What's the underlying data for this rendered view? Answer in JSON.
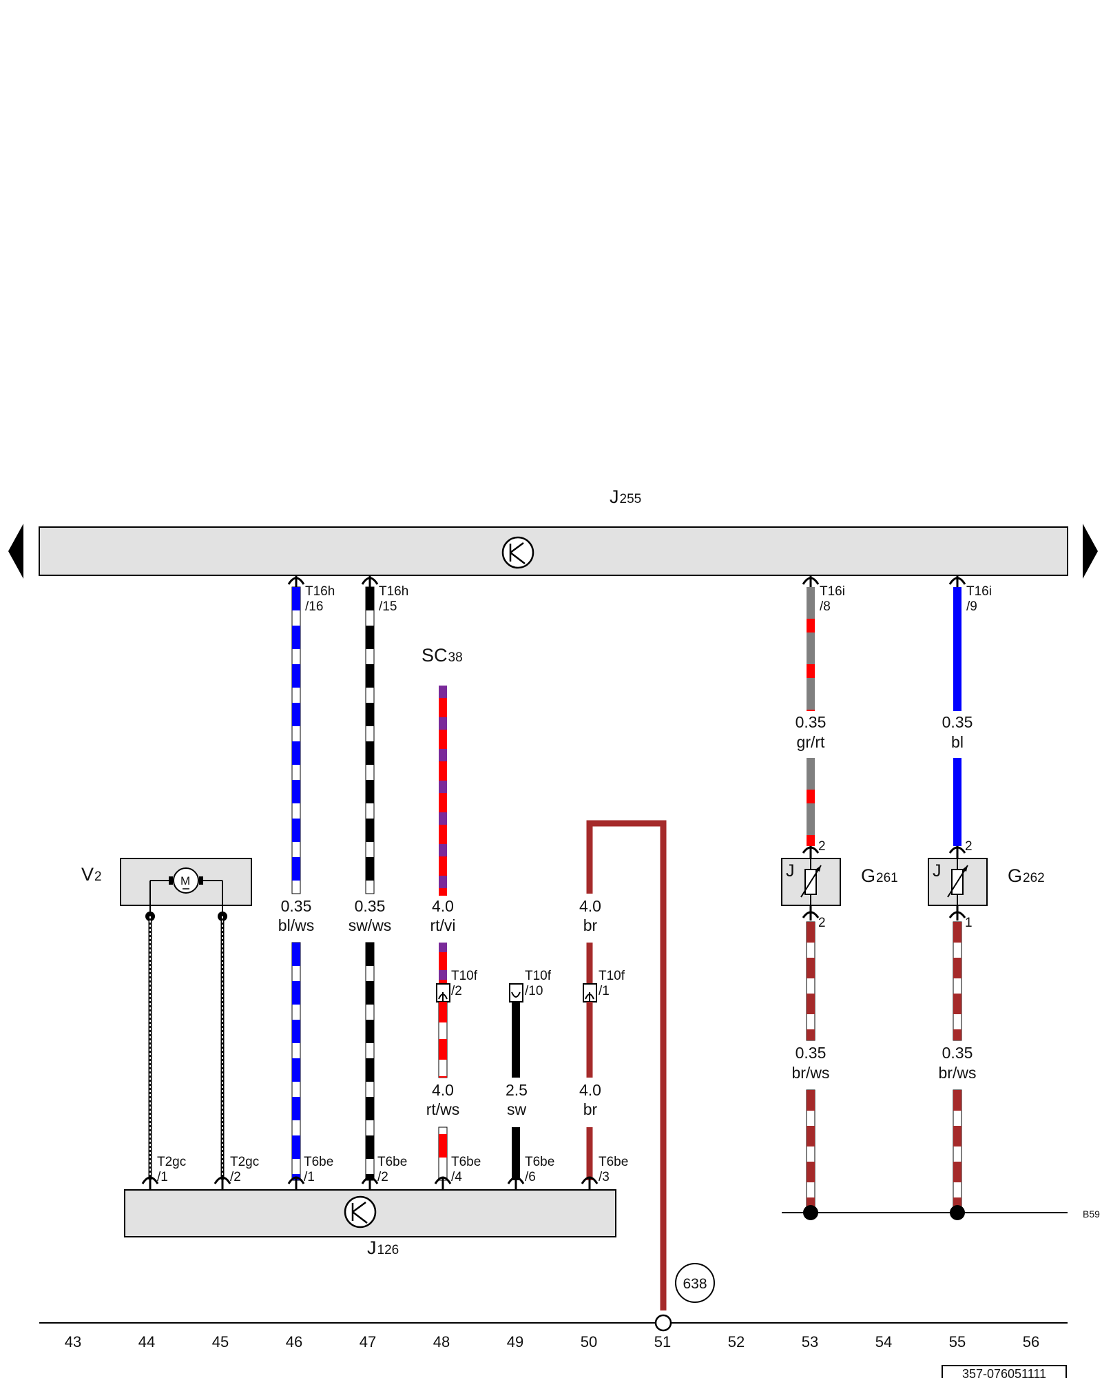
{
  "components": {
    "j255": {
      "name": "J",
      "sub": "255"
    },
    "j126": {
      "name": "J",
      "sub": "126"
    },
    "v2": {
      "name": "V",
      "sub": "2",
      "motor_symbol": "M"
    },
    "sc38": {
      "name": "SC",
      "sub": "38"
    },
    "g261": {
      "name": "G",
      "sub": "261",
      "symbol": "J"
    },
    "g262": {
      "name": "G",
      "sub": "262",
      "symbol": "J"
    }
  },
  "wires": {
    "w46": {
      "gauge": "0.35",
      "color": "bl/ws",
      "top_conn": "T16h",
      "top_pin": "/16",
      "bot_conn": "T6be",
      "bot_pin": "/1"
    },
    "w47": {
      "gauge": "0.35",
      "color": "sw/ws",
      "top_conn": "T16h",
      "top_pin": "/15",
      "bot_conn": "T6be",
      "bot_pin": "/2"
    },
    "w48": {
      "gauge": "4.0",
      "color": "rt/vi",
      "mid_conn": "T10f",
      "mid_pin": "/2",
      "gauge2": "4.0",
      "color2": "rt/ws",
      "bot_conn": "T6be",
      "bot_pin": "/4"
    },
    "w49": {
      "mid_conn": "T10f",
      "mid_pin": "/10",
      "gauge2": "2.5",
      "color2": "sw",
      "bot_conn": "T6be",
      "bot_pin": "/6"
    },
    "w50": {
      "gauge": "4.0",
      "color": "br",
      "mid_conn": "T10f",
      "mid_pin": "/1",
      "gauge2": "4.0",
      "color2": "br",
      "bot_conn": "T6be",
      "bot_pin": "/3"
    },
    "w44": {
      "bot_conn": "T2gc",
      "bot_pin": "/1"
    },
    "w45": {
      "bot_conn": "T2gc",
      "bot_pin": "/2"
    },
    "w53": {
      "top_conn": "T16i",
      "top_pin": "/8",
      "gauge": "0.35",
      "color": "gr/rt",
      "g_pin_top": "2",
      "g_pin_bot": "2",
      "gauge2": "0.35",
      "color2": "br/ws"
    },
    "w55": {
      "top_conn": "T16i",
      "top_pin": "/9",
      "gauge": "0.35",
      "color": "bl",
      "g_pin_top": "2",
      "g_pin_bot": "1",
      "gauge2": "0.35",
      "color2": "br/ws"
    }
  },
  "ground_point": "638",
  "ground_bus_label": "B59",
  "columns": [
    "43",
    "44",
    "45",
    "46",
    "47",
    "48",
    "49",
    "50",
    "51",
    "52",
    "53",
    "54",
    "55",
    "56"
  ],
  "footer_id": "357-076051111",
  "colors": {
    "blue": "#0000ff",
    "black": "#000000",
    "red": "#ff0000",
    "violet": "#7a2a9a",
    "brown": "#a52a2a",
    "grey": "#808080",
    "white": "#ffffff",
    "box_fill": "#e2e2e2"
  }
}
